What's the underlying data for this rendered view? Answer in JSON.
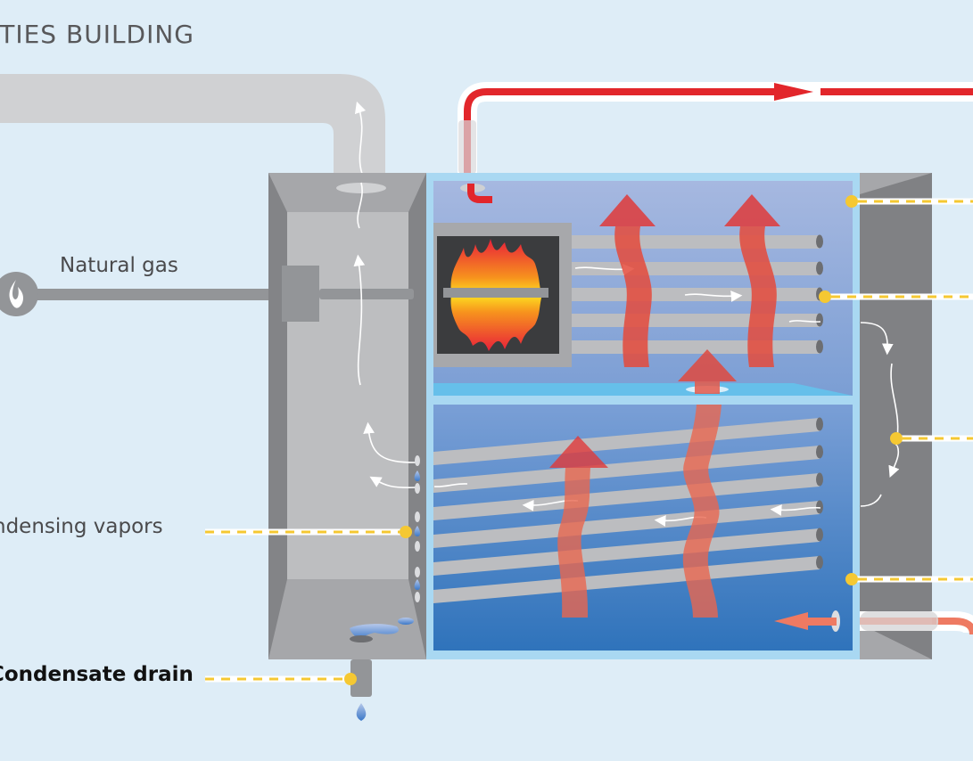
{
  "title": "ITIES BUILDING",
  "labels": {
    "natural_gas": "Natural gas",
    "condensing_vapors": "ndensing vapors",
    "condensate_drain": "Condensate drain"
  },
  "icons": {
    "gas": "flame-icon",
    "water_drop": "water-drop-icon"
  },
  "colors": {
    "background": "#deedf7",
    "hot_water_pipe": "#e2262b",
    "return_water_pipe": "#ee7a62",
    "heat_arrow": "#e03a3a",
    "callout_line": "#f5c832",
    "exhaust_duct": "#d0d1d3",
    "chamber_gray": "#a7a8ab",
    "tank_blue_top": "#a6b8e0",
    "tank_blue_bottom": "#2f73bb",
    "frame_blue": "#a9d8f2"
  },
  "callouts": {
    "left_count": 2,
    "right_count": 4
  }
}
